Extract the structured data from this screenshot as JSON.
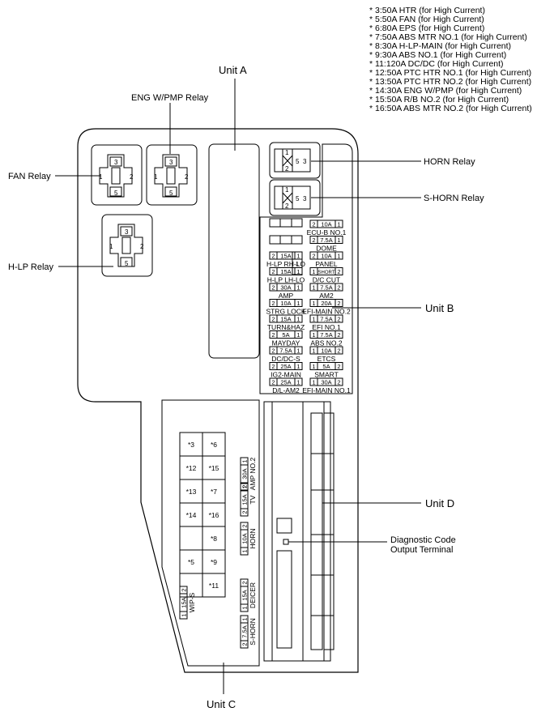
{
  "notes": [
    "* 3:50A HTR (for High Current)",
    "* 5:50A FAN (for High Current)",
    "* 6:80A EPS (for High Current)",
    "* 7:50A ABS MTR NO.1 (for High Current)",
    "* 8:30A H-LP-MAIN (for High Current)",
    "* 9:30A ABS NO.1 (for High Current)",
    "* 11:120A DC/DC (for High Current)",
    "* 12:50A PTC HTR NO.1 (for High Current)",
    "* 13:50A PTC HTR NO.2 (for High Current)",
    "* 14:30A ENG W/PMP (for High Current)",
    "* 15:50A R/B NO.2 (for High Current)",
    "* 16:50A ABS MTR NO.2 (for High Current)"
  ],
  "callouts": {
    "unit_a": "Unit A",
    "unit_b": "Unit B",
    "unit_c": "Unit C",
    "unit_d": "Unit D",
    "eng_relay": "ENG W/PMP Relay",
    "fan_relay": "FAN Relay",
    "hlp_relay": "H-LP Relay",
    "horn_relay": "HORN Relay",
    "shorn_relay": "S-HORN Relay",
    "diag_1": "Diagnostic Code",
    "diag_2": "Output Terminal"
  },
  "relay_pins": {
    "p1": "1",
    "p2": "2",
    "p3": "3",
    "p5": "5"
  },
  "left_fuses": [
    {
      "pin_a": "2",
      "amp": "15A",
      "pin_b": "1",
      "name": "H-LP RH-LO"
    },
    {
      "pin_a": "2",
      "amp": "15A",
      "pin_b": "1",
      "name": "H-LP LH-LO"
    },
    {
      "pin_a": "2",
      "amp": "30A",
      "pin_b": "1",
      "name": "AMP"
    },
    {
      "pin_a": "2",
      "amp": "10A",
      "pin_b": "1",
      "name": "STRG LOCK"
    },
    {
      "pin_a": "2",
      "amp": "15A",
      "pin_b": "1",
      "name": "TURN&HAZ"
    },
    {
      "pin_a": "2",
      "amp": "5A",
      "pin_b": "1",
      "name": "MAYDAY"
    },
    {
      "pin_a": "2",
      "amp": "7.5A",
      "pin_b": "1",
      "name": "DC/DC-S"
    },
    {
      "pin_a": "2",
      "amp": "25A",
      "pin_b": "1",
      "name": "IG2-MAIN"
    },
    {
      "pin_a": "2",
      "amp": "25A",
      "pin_b": "1",
      "name": "D/L-AM2"
    }
  ],
  "right_fuses": [
    {
      "pin_a": "2",
      "amp": "10A",
      "pin_b": "1",
      "name": "ECU-B NO.1"
    },
    {
      "pin_a": "2",
      "amp": "7.5A",
      "pin_b": "1",
      "name": "DOME"
    },
    {
      "pin_a": "2",
      "amp": "10A",
      "pin_b": "1",
      "name": "PANEL"
    },
    {
      "pin_a": "1",
      "amp": "SHORT",
      "pin_b": "2",
      "name": "D/C CUT"
    },
    {
      "pin_a": "1",
      "amp": "7.5A",
      "pin_b": "2",
      "name": "AM2"
    },
    {
      "pin_a": "1",
      "amp": "20A",
      "pin_b": "2",
      "name": "EFI-MAIN NO.2"
    },
    {
      "pin_a": "1",
      "amp": "7.5A",
      "pin_b": "2",
      "name": "EFI NO.1"
    },
    {
      "pin_a": "1",
      "amp": "7.5A",
      "pin_b": "2",
      "name": "ABS NO.2"
    },
    {
      "pin_a": "1",
      "amp": "10A",
      "pin_b": "2",
      "name": "ETCS"
    },
    {
      "pin_a": "1",
      "amp": "5A",
      "pin_b": "2",
      "name": "SMART"
    },
    {
      "pin_a": "1",
      "amp": "30A",
      "pin_b": "2",
      "name": "EFI-MAIN NO.1"
    }
  ],
  "unit_c_grid": [
    [
      "*3",
      "*6"
    ],
    [
      "*12",
      "*15"
    ],
    [
      "*13",
      "*7"
    ],
    [
      "*14",
      "*16"
    ],
    [
      "",
      "*8"
    ],
    [
      "*5",
      "*9"
    ],
    [
      "",
      "*11"
    ]
  ],
  "unit_c_vfuses": [
    {
      "pin_a": "2",
      "amp": "30A",
      "pin_b": "1",
      "name": "AMP NO.2"
    },
    {
      "pin_a": "2",
      "amp": "15A",
      "pin_b": "1",
      "name": "TV"
    },
    {
      "pin_a": "1",
      "amp": "10A",
      "pin_b": "2",
      "name": "HORN"
    },
    {
      "pin_a": "1",
      "amp": "15A",
      "pin_b": "2",
      "name": "DEICER"
    },
    {
      "pin_a": "2",
      "amp": "7.5A",
      "pin_b": "1",
      "name": "S-HORN"
    }
  ],
  "wip_fuse": {
    "pin_a": "1",
    "amp": "15A",
    "pin_b": "2",
    "name": "WIP-S"
  }
}
